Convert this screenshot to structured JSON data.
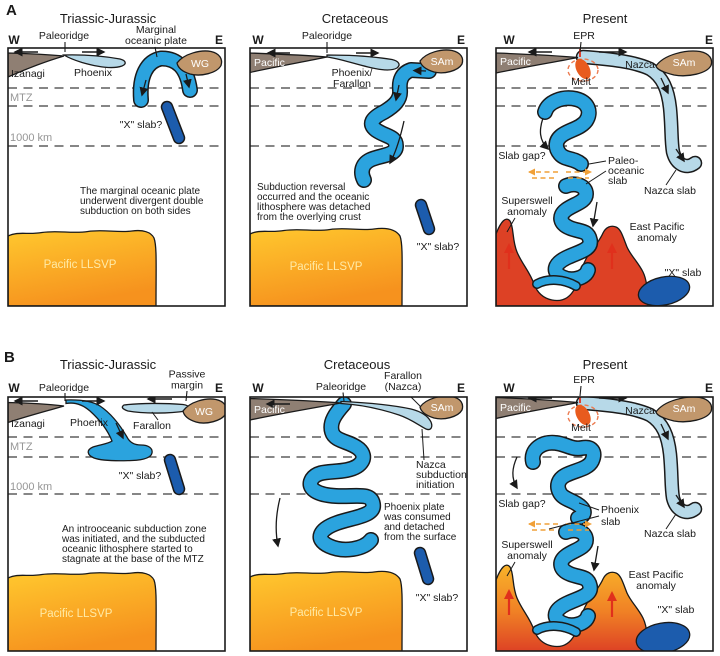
{
  "colors": {
    "ocean_blue": "#2BA3DE",
    "slab_light_blue": "#B7D9E8",
    "x_slab_dark_blue": "#1C5CAD",
    "continent_brown": "#8F7F73",
    "craton_tan": "#C1976C",
    "llsvp_yellow": "#FFC82E",
    "llsvp_orange": "#F6921E",
    "plume_top": "#F9B62A",
    "plume_mid": "#F08125",
    "plume_red": "#DD4125",
    "melt_orange": "#E85B1E",
    "melt_ring": "#EC7B50",
    "upwelling_red": "#E0301C",
    "gap_dash_orange": "#F0A038",
    "outline": "#1A1A1A"
  },
  "figure": {
    "row_a_letter": "A",
    "row_b_letter": "B"
  },
  "a1": {
    "title": "Triassic-Jurassic",
    "w": "W",
    "e": "E",
    "paleoridge": "Paleoridge",
    "marginal1": "Marginal",
    "marginal2": "oceanic plate",
    "izanagi": "Izanagi",
    "phoenix": "Phoenix",
    "wg": "WG",
    "mtz": "MTZ",
    "depth": "1000 km",
    "xslab": "\"X\" slab?",
    "cap1": "The marginal oceanic plate",
    "cap2": "underwent divergent double",
    "cap3": "subduction on both sides",
    "llsvp": "Pacific LLSVP"
  },
  "a2": {
    "title": "Cretaceous",
    "w": "W",
    "e": "E",
    "paleoridge": "Paleoridge",
    "plate1": "Phoenix/",
    "plate2": "Farallon",
    "pacific": "Pacific",
    "sam": "SAm",
    "cap1": "Subduction reversal",
    "cap2": "occurred and the oceanic",
    "cap3": "lithosphere was detached",
    "cap4": "from the overlying crust",
    "xslab": "\"X\" slab?",
    "llsvp": "Pacific LLSVP"
  },
  "a3": {
    "title": "Present",
    "w": "W",
    "e": "E",
    "epr": "EPR",
    "pacific": "Pacific",
    "nazca": "Nazca",
    "sam": "SAm",
    "melt": "Melt",
    "slabgap": "Slab gap?",
    "paleo1": "Paleo-",
    "paleo2": "oceanic",
    "paleo3": "slab",
    "nazcaslab": "Nazca slab",
    "super1": "Superswell",
    "super2": "anomaly",
    "ep1": "East Pacific",
    "ep2": "anomaly",
    "xslab": "\"X\" slab"
  },
  "b1": {
    "title": "Triassic-Jurassic",
    "w": "W",
    "e": "E",
    "paleoridge": "Paleoridge",
    "passive1": "Passive",
    "passive2": "margin",
    "izanagi": "Izanagi",
    "phoenix": "Phoenix",
    "farallon": "Farallon",
    "wg": "WG",
    "mtz": "MTZ",
    "depth": "1000 km",
    "xslab": "\"X\" slab?",
    "cap1": "An introoceanic subduction zone",
    "cap2": "was initiated, and the subducted",
    "cap3": "oceanic lithosphere started to",
    "cap4": "stagnate at the base of the MTZ",
    "llsvp": "Pacific LLSVP"
  },
  "b2": {
    "title": "Cretaceous",
    "w": "W",
    "e": "E",
    "paleoridge": "Paleoridge",
    "far1": "Farallon",
    "far2": "(Nazca)",
    "pacific": "Pacific",
    "sam": "SAm",
    "nsi1": "Nazca",
    "nsi2": "subduction",
    "nsi3": "initiation",
    "cap1": "Phoenix plate",
    "cap2": "was consumed",
    "cap3": "and detached",
    "cap4": "from the surface",
    "xslab": "\"X\" slab?",
    "llsvp": "Pacific LLSVP"
  },
  "b3": {
    "title": "Present",
    "w": "W",
    "e": "E",
    "epr": "EPR",
    "pacific": "Pacific",
    "nazca": "Nazca",
    "sam": "SAm",
    "melt": "Melt",
    "slabgap": "Slab gap?",
    "ph1": "Phoenix",
    "ph2": "slab",
    "nazcaslab": "Nazca slab",
    "super1": "Superswell",
    "super2": "anomaly",
    "ep1": "East Pacific",
    "ep2": "anomaly",
    "xslab": "\"X\" slab"
  }
}
